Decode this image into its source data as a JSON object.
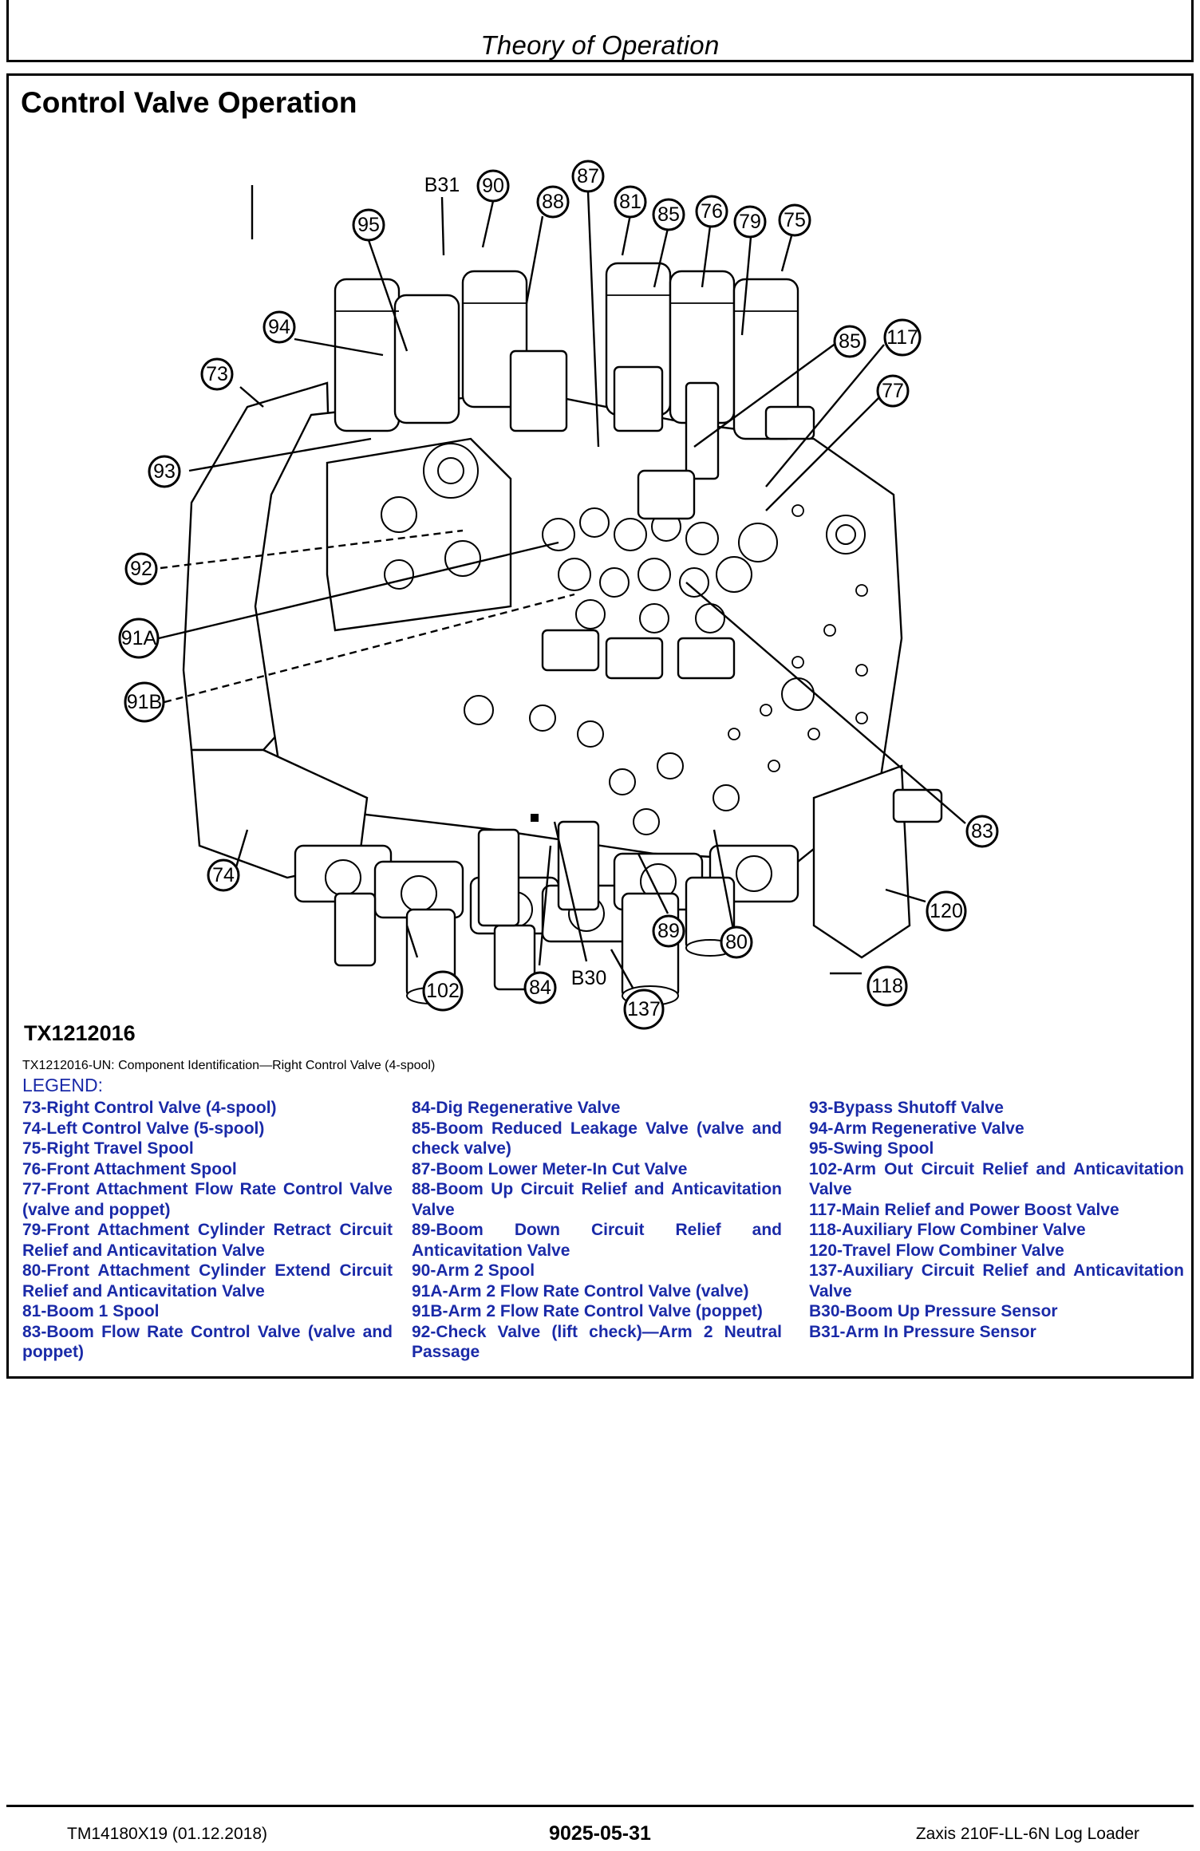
{
  "header": {
    "title": "Theory of Operation"
  },
  "section": {
    "title": "Control Valve Operation"
  },
  "figure": {
    "id": "TX1212016",
    "caption": "TX1212016-UN: Component Identification—Right Control Valve (4-spool)",
    "callouts": {
      "c95": "95",
      "cB31": "B31",
      "c90": "90",
      "c88": "88",
      "c87": "87",
      "c81": "81",
      "c85a": "85",
      "c76": "76",
      "c79": "79",
      "c75": "75",
      "c94": "94",
      "c73": "73",
      "c85b": "85",
      "c117": "117",
      "c77": "77",
      "c93": "93",
      "c92": "92",
      "c91A": "91A",
      "c91B": "91B",
      "c83": "83",
      "c74": "74",
      "c120": "120",
      "c89": "89",
      "c80": "80",
      "c118": "118",
      "c102": "102",
      "c84": "84",
      "cB30": "B30",
      "c137": "137"
    }
  },
  "legend": {
    "heading": "LEGEND:",
    "columns": [
      [
        "73-Right Control Valve (4-spool)",
        "74-Left Control Valve (5-spool)",
        "75-Right Travel Spool",
        "76-Front Attachment Spool",
        "77-Front Attachment Flow Rate Control Valve (valve and poppet)",
        "79-Front Attachment Cylinder Retract Circuit Relief and Anticavitation Valve",
        "80-Front Attachment Cylinder Extend Circuit Relief and Anticavitation Valve",
        "81-Boom 1 Spool",
        "83-Boom Flow Rate Control Valve (valve and poppet)"
      ],
      [
        "84-Dig Regenerative Valve",
        "85-Boom Reduced Leakage Valve (valve and check valve)",
        "87-Boom Lower Meter-In Cut Valve",
        "88-Boom Up Circuit Relief and Anticavitation Valve",
        "89-Boom Down Circuit Relief and Anticavitation Valve",
        "90-Arm 2 Spool",
        "91A-Arm 2 Flow Rate Control Valve (valve)",
        "91B-Arm 2 Flow Rate Control Valve (poppet)",
        "92-Check Valve (lift check)—Arm 2 Neutral Passage"
      ],
      [
        "93-Bypass Shutoff Valve",
        "94-Arm Regenerative Valve",
        "95-Swing Spool",
        "102-Arm Out Circuit Relief and Anticavitation Valve",
        "117-Main Relief and Power Boost Valve",
        "118-Auxiliary Flow Combiner Valve",
        "120-Travel Flow Combiner Valve",
        "137-Auxiliary Circuit Relief and Anticavitation Valve",
        "B30-Boom Up Pressure Sensor",
        "B31-Arm In Pressure Sensor"
      ]
    ]
  },
  "footer": {
    "left": "TM14180X19 (01.12.2018)",
    "center": "9025-05-31",
    "right": "Zaxis 210F-LL-6N Log Loader"
  },
  "colors": {
    "legend": "#1a2aa8",
    "frame": "#000000"
  }
}
